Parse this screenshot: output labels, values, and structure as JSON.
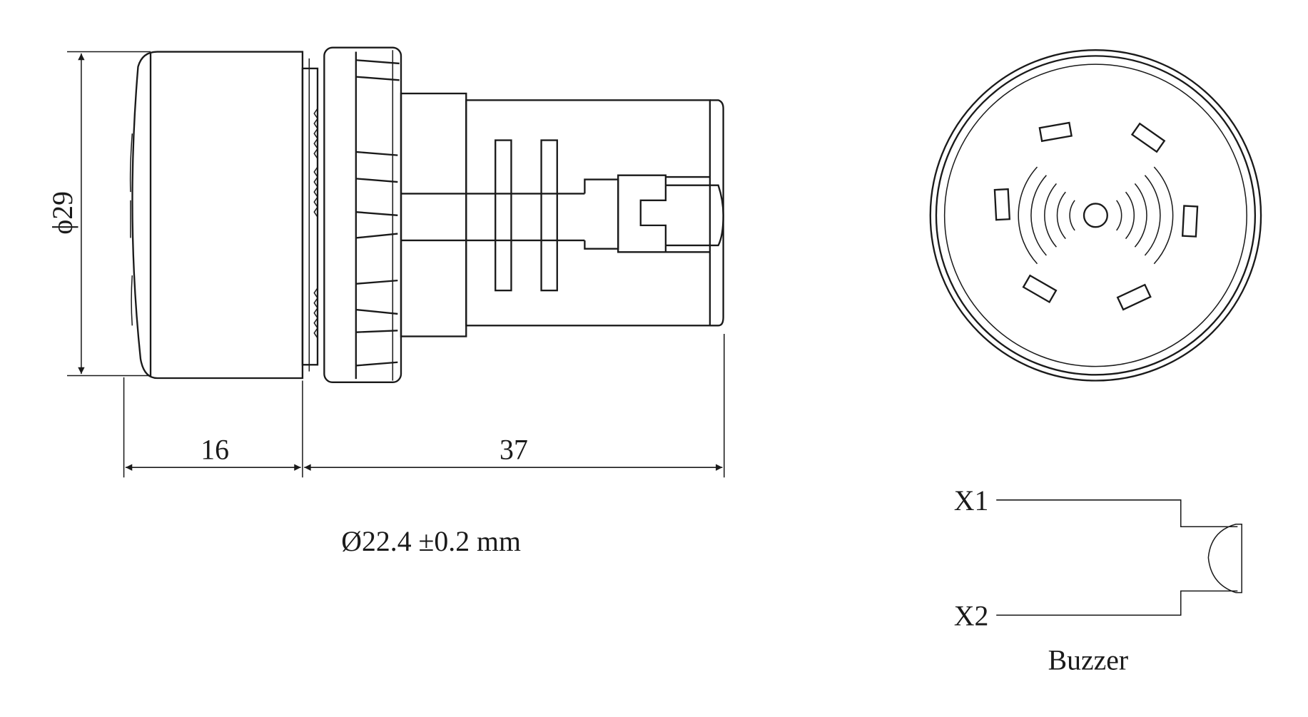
{
  "dimensions": {
    "diameter_label": "ϕ29",
    "length_front": "16",
    "length_body": "37",
    "mounting_hole": "Ø22.4 ±0.2 mm"
  },
  "schematic": {
    "terminal_1": "X1",
    "terminal_2": "X2",
    "caption": "Buzzer"
  }
}
